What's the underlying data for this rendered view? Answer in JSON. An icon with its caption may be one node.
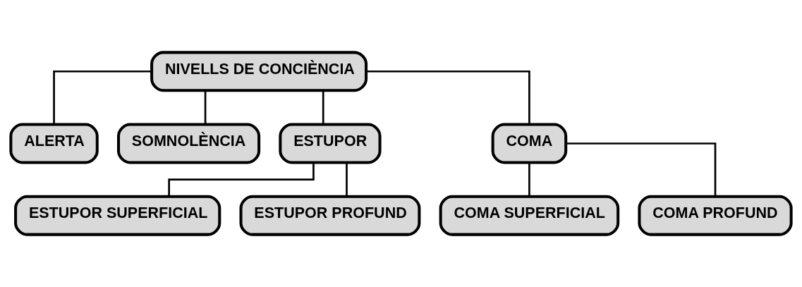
{
  "diagram": {
    "nodes": [
      {
        "text": [
          "NIVELLS DE CONCIÈNCIA"
        ]
      },
      {
        "text": [
          "ALERTA"
        ]
      },
      {
        "text": [
          "SOMNOLÈNCIA"
        ]
      },
      {
        "text": [
          "ESTUPOR"
        ]
      },
      {
        "text": [
          "COMA"
        ]
      },
      {
        "text": [
          "ESTUPOR SUPERFICIAL"
        ]
      },
      {
        "text": [
          "ESTUPOR PROFUND"
        ]
      },
      {
        "text": [
          "COMA SUPERFICIAL"
        ]
      },
      {
        "text": [
          "COMA PROFUND"
        ]
      }
    ],
    "edges": [
      {
        "from": 0,
        "to": 1,
        "arrow": "none"
      },
      {
        "from": 0,
        "to": 2,
        "arrow": "none"
      },
      {
        "from": 0,
        "to": 3,
        "arrow": "none"
      },
      {
        "from": 0,
        "to": 4,
        "arrow": "none"
      },
      {
        "from": 3,
        "to": 5,
        "arrow": "none"
      },
      {
        "from": 3,
        "to": 6,
        "arrow": "none"
      },
      {
        "from": 4,
        "to": 7,
        "arrow": "none"
      },
      {
        "from": 4,
        "to": 8,
        "arrow": "none"
      }
    ]
  }
}
